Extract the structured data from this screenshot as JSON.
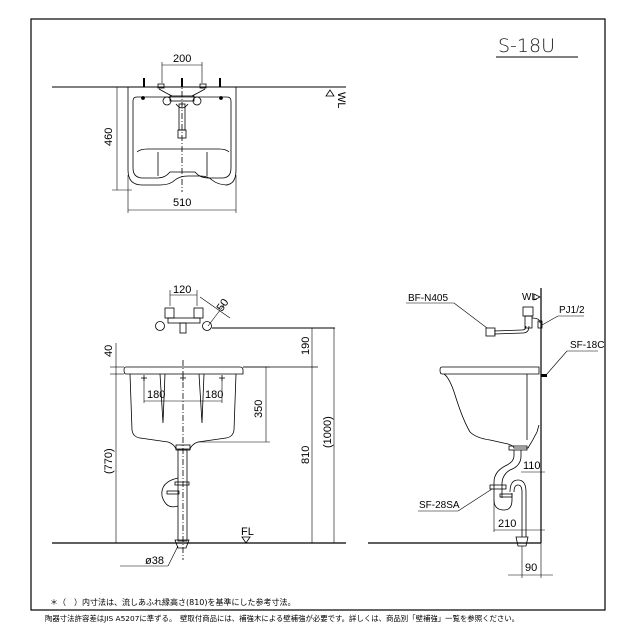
{
  "title": "S-18U",
  "top_view": {
    "dim_faucet_spacing": "200",
    "dim_depth": "460",
    "dim_width": "510",
    "wall_line_label": "WL"
  },
  "front_view": {
    "dim_faucet_spacing": "120",
    "dim_faucet_projection": "50",
    "dim_rim_thickness": "40",
    "dim_left_hole": "180",
    "dim_right_hole": "180",
    "dim_bowl_depth": "350",
    "dim_faucet_to_rim": "190",
    "dim_rim_height": "810",
    "dim_total_height": "(1000)",
    "dim_reference_height": "(770)",
    "floor_line_label": "FL",
    "drain_diameter": "ø38"
  },
  "side_view": {
    "faucet_part": "BF-N405",
    "wall_line_label": "WL",
    "supply_part": "PJ1/2",
    "bracket_part": "SF-18C",
    "trap_part": "SF-28SA",
    "dim_trap_offset": "110",
    "dim_trap_width": "210",
    "dim_floor_drain": "90"
  },
  "notes": {
    "line1": "＊（　）内寸法は、流しあふれ縁高さ(810)を基準にした参考寸法。",
    "line2": "陶器寸法許容差はJIS A5207に準ずる。　壁取付商品には、補強木による壁補強が必要です。詳しくは、商品別「壁補強」一覧を参照ください。"
  }
}
